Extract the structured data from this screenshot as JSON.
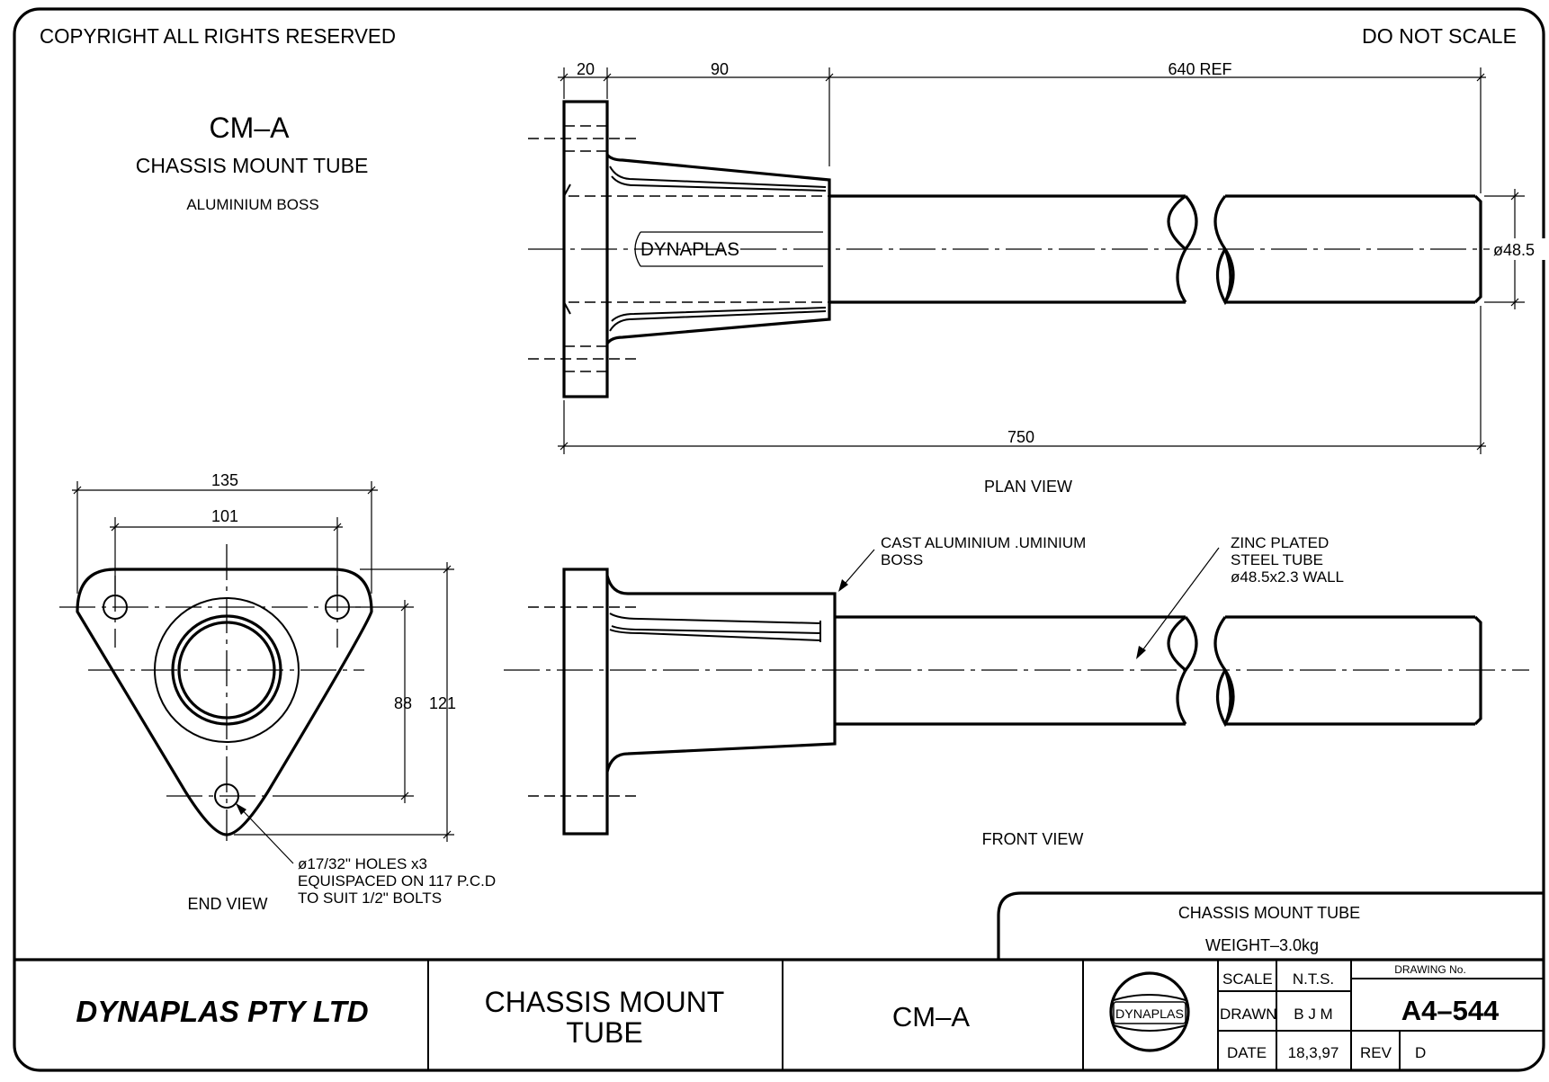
{
  "header": {
    "copyright": "COPYRIGHT ALL RIGHTS RESERVED",
    "do_not_scale": "DO NOT SCALE"
  },
  "part": {
    "code": "CM–A",
    "name": "CHASSIS MOUNT TUBE",
    "material": "ALUMINIUM BOSS",
    "brand_text": "DYNAPLAS"
  },
  "plan_view": {
    "title": "PLAN VIEW",
    "dim_flange": "20",
    "dim_boss": "90",
    "dim_tube_ref": "640 REF",
    "dim_overall": "750",
    "dim_diameter": "ø48.5"
  },
  "front_view": {
    "title": "FRONT VIEW",
    "note_boss": [
      "CAST ALUMINIUM .UMINIUM",
      "BOSS"
    ],
    "note_tube": [
      "ZINC PLATED",
      "STEEL TUBE",
      "ø48.5x2.3 WALL"
    ]
  },
  "end_view": {
    "title": "END VIEW",
    "dim_width": "135",
    "dim_hole_spacing": "101",
    "dim_height_inner": "88",
    "dim_height_outer": "121",
    "note_holes": [
      "ø17/32\" HOLES x3",
      "EQUISPACED ON 117 P.C.D",
      "TO SUIT 1/2\" BOLTS"
    ]
  },
  "title_block": {
    "description": "CHASSIS MOUNT TUBE",
    "weight": "WEIGHT–3.0kg",
    "company": "DYNAPLAS PTY LTD",
    "title_line1": "CHASSIS MOUNT",
    "title_line2": "TUBE",
    "part_no": "CM–A",
    "logo_text": "DYNAPLAS",
    "scale_label": "SCALE",
    "scale_value": "N.T.S.",
    "drawn_label": "DRAWN",
    "drawn_value": "B J M",
    "date_label": "DATE",
    "date_value": "18,3,97",
    "drawing_no_label": "DRAWING No.",
    "drawing_no": "A4–544",
    "rev_label": "REV",
    "rev_value": "D"
  }
}
